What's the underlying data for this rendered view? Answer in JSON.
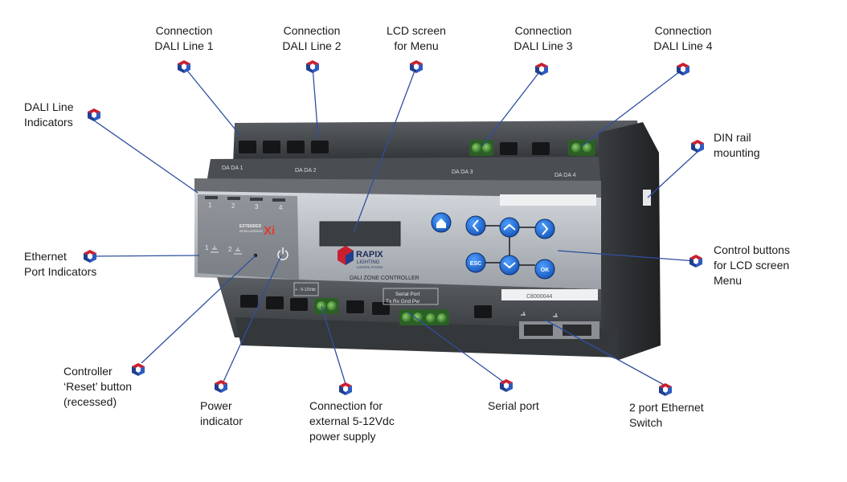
{
  "colors": {
    "leader_line": "#2f4fa0",
    "marker_blue": "#1f3f8f",
    "marker_red": "#c8202f",
    "device_body": "#45494d",
    "device_panel": "#b8bdc3",
    "lcd": "#3b3f42",
    "button_blue": "#1f6fd6"
  },
  "device": {
    "brand": "RAPIX",
    "brand_sub": "LIGHTING",
    "brand_sub2": "CONTROL SYSTEM",
    "model": "DALI ZONE CONTROLLER",
    "serial": "C8000044",
    "badge_line1": "EXTENDED",
    "badge_line2": "INTELLIGENCE",
    "badge_mark": "Xi",
    "line_numbers": [
      "1",
      "2",
      "3",
      "4"
    ],
    "port_numbers": [
      "1",
      "2"
    ],
    "terminal_labels": [
      "DA DA 1",
      "DA DA 2",
      "DA DA 3",
      "DA DA 4"
    ],
    "power_label": "+  -  5-12Vdc",
    "serial_label_top": "Serial Port",
    "serial_label_bottom": "Tx  Rx  Gnd  Pw",
    "buttons": {
      "home": "home-icon",
      "left": "chevron-left-icon",
      "up": "chevron-up-icon",
      "right": "chevron-right-icon",
      "esc": "ESC",
      "down": "chevron-down-icon",
      "ok": "OK"
    }
  },
  "callouts": [
    {
      "id": "dali1",
      "lines": [
        "Connection",
        "DALI Line 1"
      ]
    },
    {
      "id": "dali2",
      "lines": [
        "Connection",
        "DALI Line 2"
      ]
    },
    {
      "id": "lcd",
      "lines": [
        "LCD screen",
        "for Menu"
      ]
    },
    {
      "id": "dali3",
      "lines": [
        "Connection",
        "DALI Line 3"
      ]
    },
    {
      "id": "dali4",
      "lines": [
        "Connection",
        "DALI Line 4"
      ]
    },
    {
      "id": "line-indicators",
      "lines": [
        "DALI Line",
        "Indicators"
      ]
    },
    {
      "id": "din",
      "lines": [
        "DIN rail",
        "mounting"
      ]
    },
    {
      "id": "eth-indicators",
      "lines": [
        "Ethernet",
        "Port Indicators"
      ]
    },
    {
      "id": "control-buttons",
      "lines": [
        "Control buttons",
        "for LCD screen",
        "Menu"
      ]
    },
    {
      "id": "reset",
      "lines": [
        "Controller",
        "‘Reset’ button",
        "(recessed)"
      ]
    },
    {
      "id": "power-ind",
      "lines": [
        "Power",
        "indicator"
      ]
    },
    {
      "id": "power-supply",
      "lines": [
        "Connection for",
        "external 5-12Vdc",
        "power supply"
      ]
    },
    {
      "id": "serial",
      "lines": [
        "Serial port"
      ]
    },
    {
      "id": "eth-switch",
      "lines": [
        "2 port Ethernet",
        "Switch"
      ]
    }
  ]
}
